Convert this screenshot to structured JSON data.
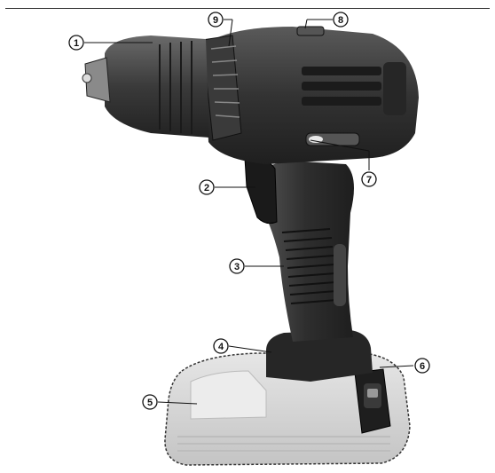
{
  "callouts": [
    {
      "id": "1",
      "label": "1"
    },
    {
      "id": "2",
      "label": "2"
    },
    {
      "id": "3",
      "label": "3"
    },
    {
      "id": "4",
      "label": "4"
    },
    {
      "id": "5",
      "label": "5"
    },
    {
      "id": "6",
      "label": "6"
    },
    {
      "id": "7",
      "label": "7"
    },
    {
      "id": "8",
      "label": "8"
    },
    {
      "id": "9",
      "label": "9"
    }
  ],
  "colors": {
    "body_dark": "#2a2a2a",
    "body_mid": "#3d3d3d",
    "body_light": "#5a5a5a",
    "battery": "#d9d9d9",
    "battery_shade": "#bdbdbd",
    "line": "#111111"
  }
}
